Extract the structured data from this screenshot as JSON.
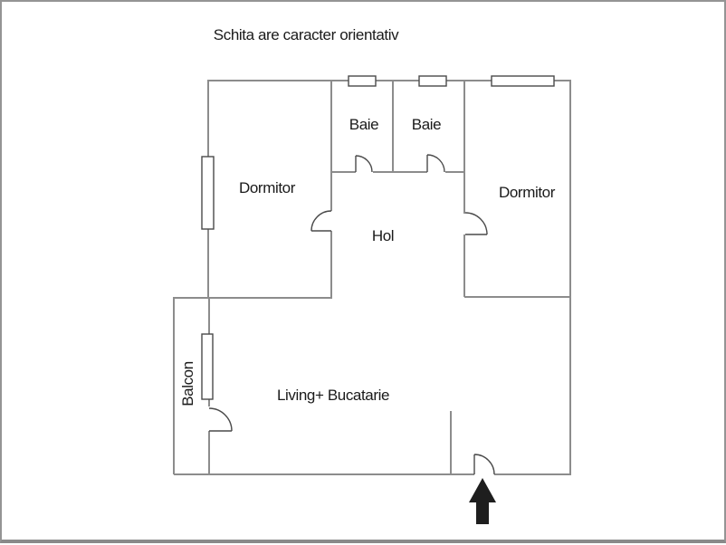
{
  "title": "Schita are caracter orientativ",
  "rooms": {
    "dormitor_left": "Dormitor",
    "baie_left": "Baie",
    "baie_right": "Baie",
    "dormitor_right": "Dormitor",
    "hol": "Hol",
    "balcon": "Balcon",
    "living": "Living+ Bucatarie"
  },
  "icons": {
    "entrance_arrow": "up-arrow-entrance-icon"
  },
  "colors": {
    "wall": "#8c8c8c",
    "detail": "#4a4a4a",
    "text": "#1a1a1a",
    "arrow": "#1e1e1e",
    "frame": "#949494",
    "background": "#ffffff"
  }
}
